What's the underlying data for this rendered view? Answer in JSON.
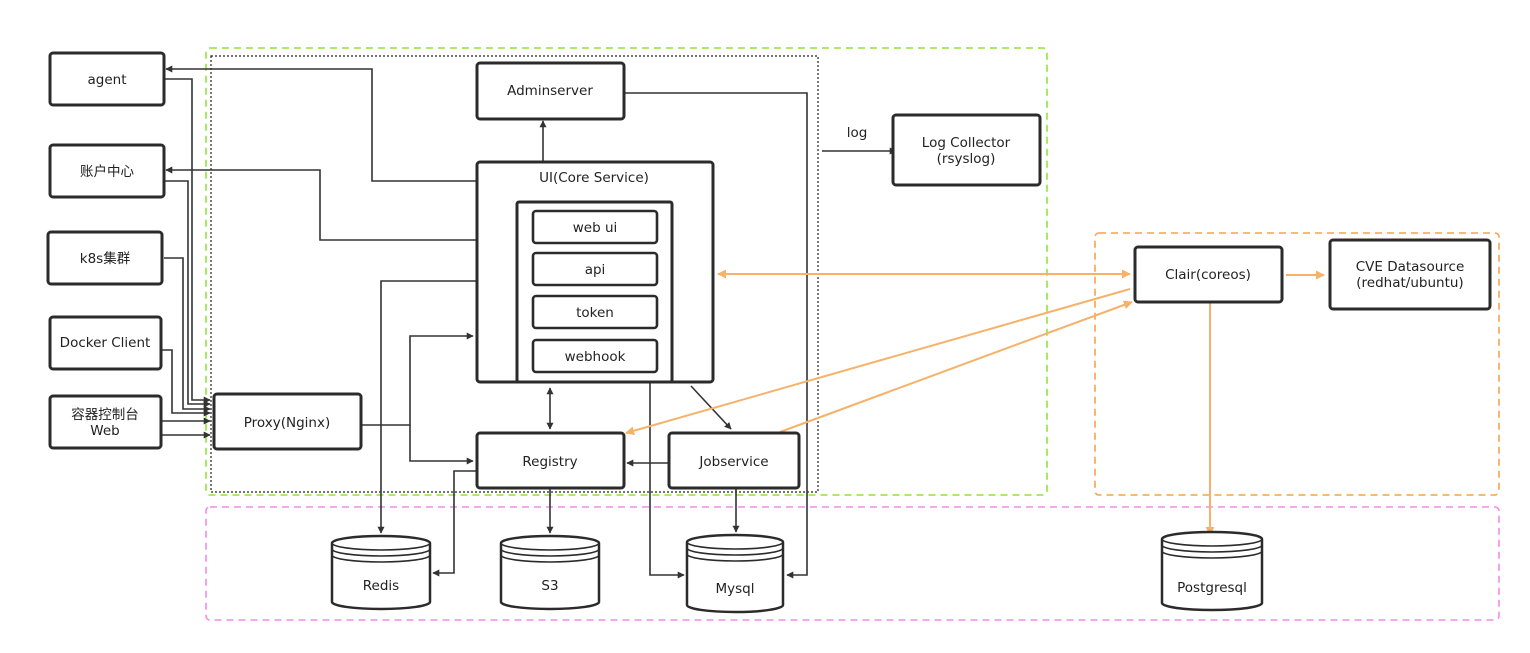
{
  "colors": {
    "green_region": "#8fe43e",
    "orange_region": "#f5a34a",
    "pink_region": "#ef8cec",
    "core_region": "#222222",
    "box_stroke": "#2b2b2b",
    "dark_arrow": "#333333",
    "orange_arrow": "#f5b26b"
  },
  "clients": {
    "agent": "agent",
    "account_center": "账户中心",
    "k8s": "k8s集群",
    "docker_client": "Docker Client",
    "container_console_line1": "容器控制台",
    "container_console_line2": "Web"
  },
  "components": {
    "adminserver": "Adminserver",
    "core_service": "UI(Core Service)",
    "web_ui": "web ui",
    "api": "api",
    "token": "token",
    "webhook": "webhook",
    "proxy": "Proxy(Nginx)",
    "registry": "Registry",
    "jobservice": "Jobservice",
    "log_collector_line1": "Log Collector",
    "log_collector_line2": "(rsyslog)",
    "log_label": "log",
    "clair": "Clair(coreos)",
    "cve_line1": "CVE Datasource",
    "cve_line2": "(redhat/ubuntu)"
  },
  "storage": {
    "redis": "Redis",
    "s3": "S3",
    "mysql": "Mysql",
    "postgresql": "Postgresql"
  }
}
